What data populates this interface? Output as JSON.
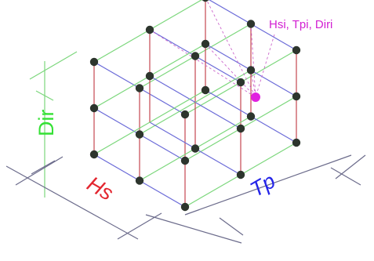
{
  "labels": {
    "annotation": "Hsi, Tpi, Diri",
    "dir": "Dir",
    "hs": "Hs",
    "tp": "Tp"
  },
  "colors": {
    "annotation": "#d21fd2",
    "dir": "#35e135",
    "hs": "#e3262f",
    "tp": "#2424e8",
    "node": "#2d352d",
    "highlight": "#e020e0",
    "red_edge": "#c5474f",
    "blue_edge": "#6b6bd8",
    "green_edge": "#7cd77c",
    "dim_line": "#6b6b8b"
  }
}
